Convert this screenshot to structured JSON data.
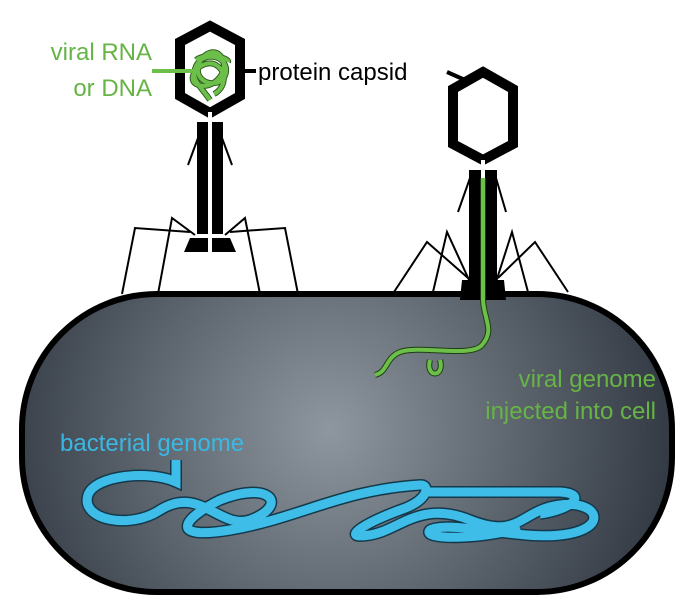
{
  "labels": {
    "viral_rna_line1": "viral RNA",
    "viral_rna_line2": "or DNA",
    "protein_capsid": "protein capsid",
    "viral_genome_line1": "viral genome",
    "viral_genome_line2": "injected into cell",
    "bacterial_genome": "bacterial genome"
  },
  "colors": {
    "viral": "#6cc04a",
    "viral_text": "#67b446",
    "bacterial": "#3dbde8",
    "bacterial_text": "#3ab8e4",
    "cell_center": "#8e979f",
    "cell_edge": "#2e353f"
  }
}
